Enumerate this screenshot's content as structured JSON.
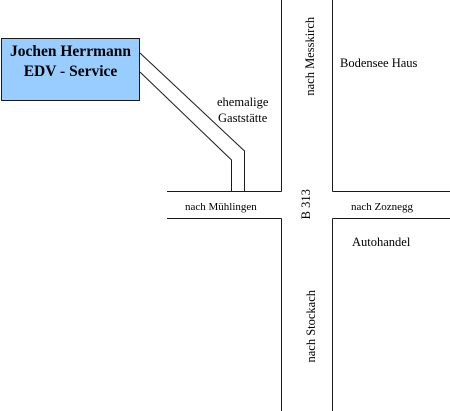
{
  "company": {
    "name": "Jochen Herrmann",
    "subtitle": "EDV - Service"
  },
  "places": {
    "old_inn": [
      "ehemalige",
      "Gaststätte"
    ],
    "bodensee_haus": "Bodensee Haus",
    "car_dealer": "Autohandel"
  },
  "roads": {
    "north": "nach Messkirch",
    "south": "nach Stockach",
    "west": "nach Mühlingen",
    "east": "nach Zoznegg",
    "main_road": "B 313"
  },
  "colors": {
    "company_box_fill": "#99ccff",
    "lines": "#1a1a1a"
  }
}
